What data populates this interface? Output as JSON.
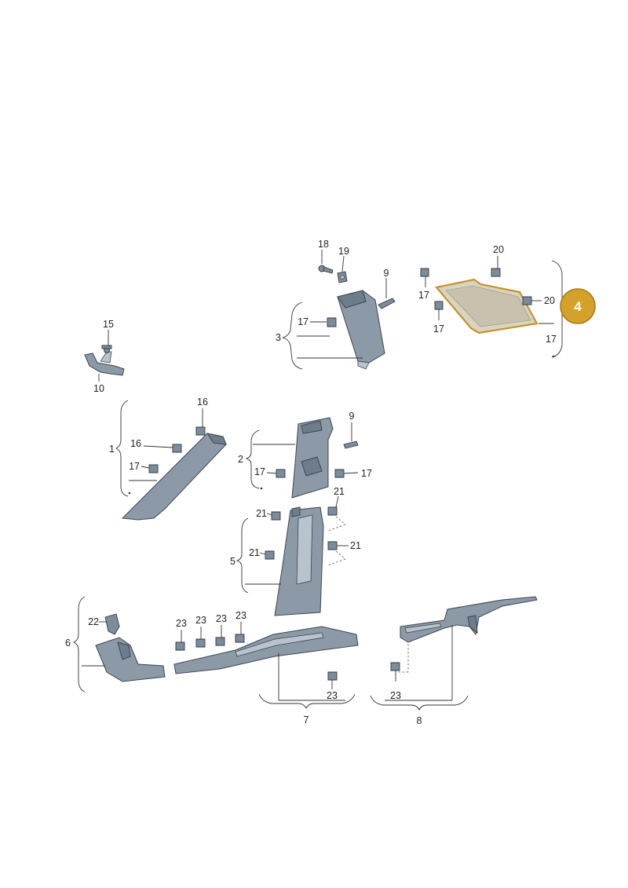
{
  "callouts": {
    "c18": "18",
    "c19": "19",
    "c9a": "9",
    "c20a": "20",
    "c20b": "20",
    "c17a": "17",
    "c17b": "17",
    "c17c": "17",
    "c17d": "17",
    "c3": "3",
    "c15": "15",
    "c10": "10",
    "c16a": "16",
    "c16b": "16",
    "c1": "1",
    "c17e": "17",
    "c9b": "9",
    "c2": "2",
    "c17f": "17",
    "c17g": "17",
    "c21a": "21",
    "c21b": "21",
    "c21c": "21",
    "c21d": "21",
    "c5": "5",
    "c22": "22",
    "c6": "6",
    "c23a": "23",
    "c23b": "23",
    "c23c": "23",
    "c23d": "23",
    "c23e": "23",
    "c23f": "23",
    "c7": "7",
    "c8": "8"
  },
  "highlight": {
    "part_number": "4",
    "color": "#d4a22a"
  },
  "colors": {
    "part_fill": "#8c9aa8",
    "highlight_outline": "#c8922a"
  }
}
